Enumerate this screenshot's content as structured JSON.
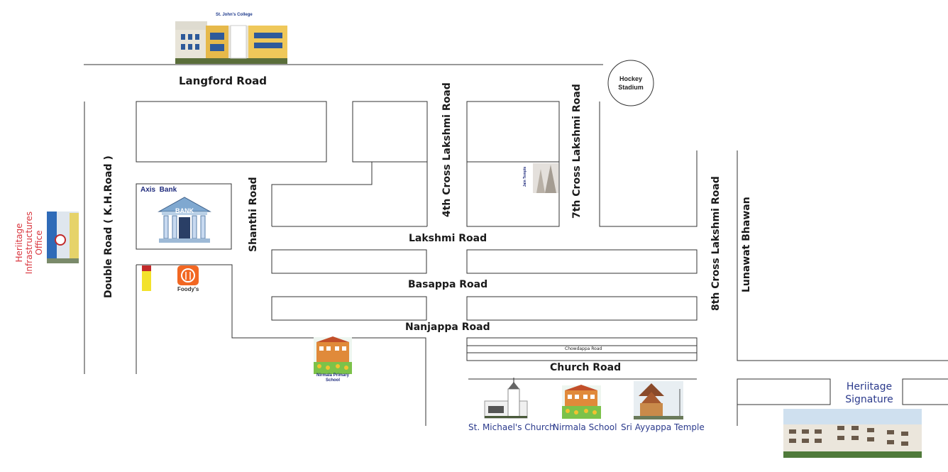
{
  "roads": {
    "langford": "Langford Road",
    "double": "Double Road ( K.H.Road )",
    "shanthi": "Shanthi Road",
    "cross4": "4th Cross Lakshmi Road",
    "cross7": "7th Cross Lakshmi Road",
    "cross8": "8th Cross Lakshmi Road",
    "lunawat": "Lunawat Bhawan",
    "lakshmi": "Lakshmi Road",
    "basappa": "Basappa Road",
    "nanjappa": "Nanjappa Road",
    "chowdappa": "Chowdappa Road",
    "church": "Church Road"
  },
  "landmarks": {
    "college": "St. John's College",
    "hockey_line1": "Hockey",
    "hockey_line2": "Stadium",
    "axis_bank": "Axis  Bank",
    "bank_sign": "BANK",
    "jain_temple": "Jain Temple",
    "foodys": "Foody's",
    "nirmala_primary_line1": "Nirmala Primary",
    "nirmala_primary_line2": "School",
    "st_michaels": "St. Michael's Church",
    "nirmala_school": "Nirmala School",
    "ayyappa": "Sri Ayyappa Temple",
    "heritage_office_line1": "Heriitage",
    "heritage_office_line2": "Infrastructures",
    "heritage_office_line3": "Office",
    "heritage_signature_line1": "Heriitage",
    "heritage_signature_line2": "Signature"
  },
  "icons": [
    "college-building-icon",
    "hockey-stadium-icon",
    "bank-icon",
    "jain-temple-icon",
    "restaurant-icon",
    "school-icon",
    "church-icon",
    "temple-icon",
    "office-building-icon",
    "apartment-building-icon"
  ],
  "colors": {
    "heritage_red": "#d9363e",
    "poi_blue": "#2b3a8c",
    "foodys_orange": "#f26722",
    "road_line": "#333333"
  }
}
